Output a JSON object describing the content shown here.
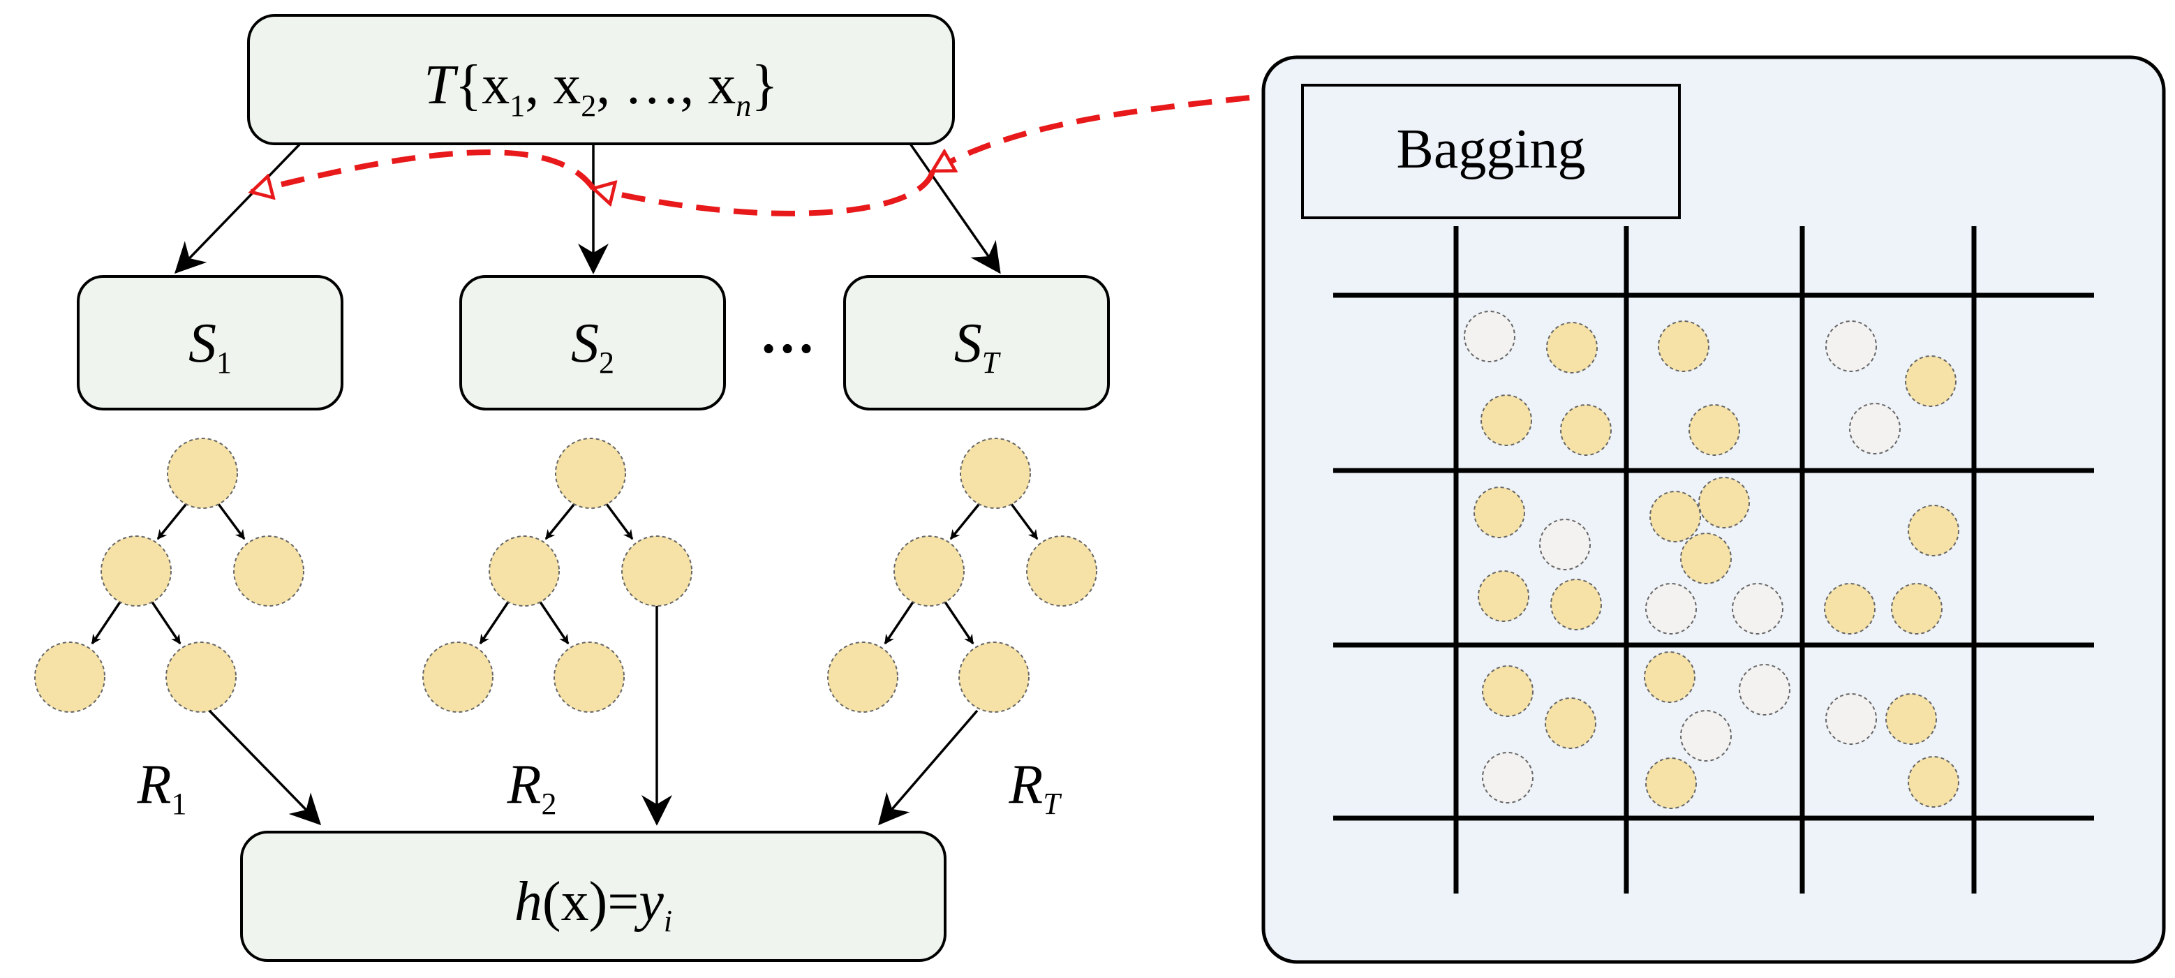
{
  "root": {
    "var": "T",
    "content": "{x",
    "s1": "1",
    "c1": ", x",
    "s2": "2",
    "c2": ", …, x",
    "sn": "n",
    "close": "}"
  },
  "subsets": [
    {
      "var": "S",
      "sub": "1"
    },
    {
      "var": "S",
      "sub": "2"
    },
    {
      "var": "S",
      "sub": "T"
    }
  ],
  "ellipsis": "…",
  "results": [
    {
      "var": "R",
      "sub": "1"
    },
    {
      "var": "R",
      "sub": "2"
    },
    {
      "var": "R",
      "sub": "T"
    }
  ],
  "output": {
    "h": "h",
    "x": "(x)=",
    "y": "y",
    "sub": "i"
  },
  "bagging_panel": {
    "title": "Bagging"
  },
  "colors": {
    "box_fill": "#eff5ee",
    "panel_fill": "#eef3f9",
    "node_yellow": "#f6e2a6",
    "node_white": "#f4f2f1",
    "dashed_arrow": "#e8191a"
  }
}
